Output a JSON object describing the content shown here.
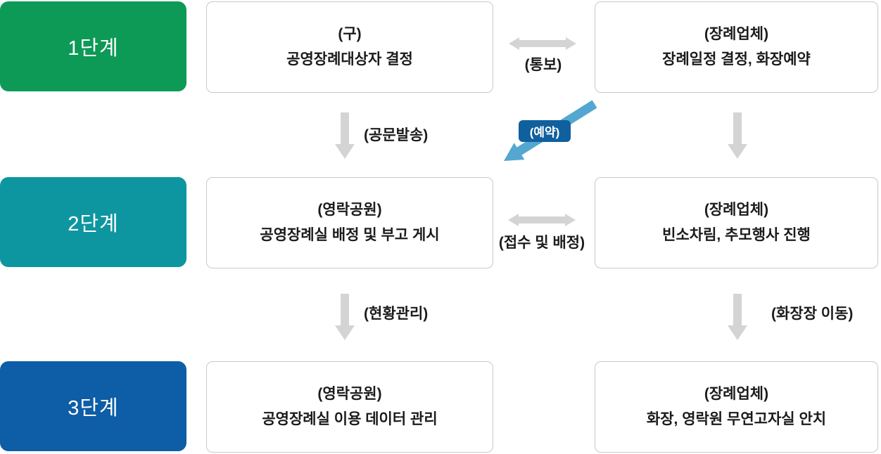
{
  "colors": {
    "stage1_green": "#0c9a56",
    "stage2_teal": "#0d96a0",
    "stage3_blue": "#0d5da7",
    "badge_blue": "#10609e",
    "diagonal_arrow_blue": "#54a7d0",
    "gray_arrow": "#d4d4d4",
    "box_border": "#c9c9c9",
    "text": "#1b1b1b"
  },
  "stages": [
    {
      "label": "1단계"
    },
    {
      "label": "2단계"
    },
    {
      "label": "3단계"
    }
  ],
  "flow": {
    "row1": {
      "district_box": {
        "line1": "(구)",
        "line2": "공영장례대상자 결정"
      },
      "funeral_box": {
        "line1": "(장례업체)",
        "line2": "장례일정 결정, 화장예약"
      },
      "link_label": "(통보)"
    },
    "row2": {
      "park_box": {
        "line1": "(영락공원)",
        "line2": "공영장례실 배정 및 부고 게시"
      },
      "funeral_box": {
        "line1": "(장례업체)",
        "line2": "빈소차림, 추모행사 진행"
      },
      "link_label": "(접수 및 배정)"
    },
    "row3": {
      "park_box": {
        "line1": "(영락공원)",
        "line2": "공영장례실 이용 데이터 관리"
      },
      "funeral_box": {
        "line1": "(장례업체)",
        "line2": "화장, 영락원 무연고자실 안치"
      }
    },
    "transitions": {
      "doc_send": "(공문발송)",
      "reservation": "(예약)",
      "status_manage": "(현황관리)",
      "crematorium_move": "(화장장 이동)"
    }
  }
}
